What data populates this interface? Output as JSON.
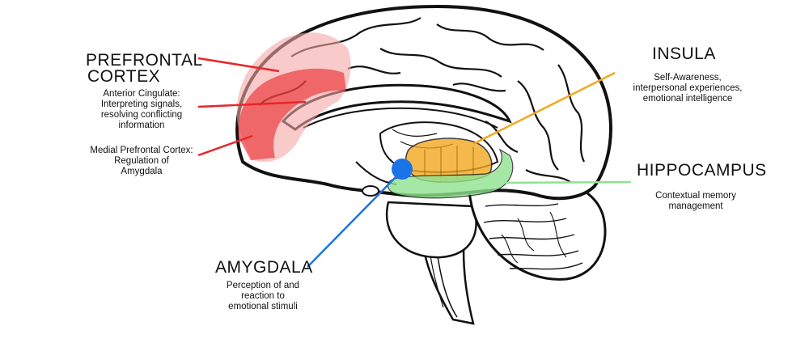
{
  "labels": {
    "prefrontal_title_1": "PREFRONTAL",
    "prefrontal_title_2": "CORTEX",
    "anterior_cingulate": [
      "Anterior Cingulate:",
      "Interpreting signals,",
      "resolving conflicting",
      "information"
    ],
    "medial_prefrontal": [
      "Medial Prefrontal Cortex:",
      "Regulation of",
      "Amygdala"
    ],
    "insula_title": "INSULA",
    "insula_desc": [
      "Self-Awareness,",
      "interpersonal experiences,",
      "emotional intelligence"
    ],
    "hippocampus_title": "HIPPOCAMPUS",
    "hippocampus_desc": [
      "Contextual memory",
      "management"
    ],
    "amygdala_title": "AMYGDALA",
    "amygdala_desc": [
      "Perception of and",
      "reaction to",
      "emotional stimuli"
    ]
  },
  "colors": {
    "prefrontal": "#e8262a",
    "insula": "#f2a81e",
    "hippocampus": "#8fe38f",
    "amygdala": "#1a73e8",
    "outline": "#111111"
  }
}
